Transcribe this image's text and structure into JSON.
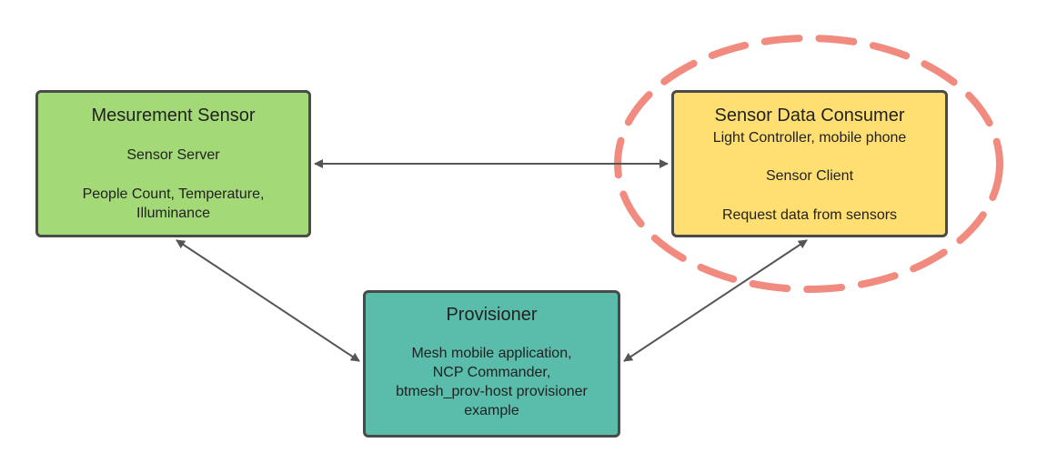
{
  "nodes": {
    "sensor": {
      "title": "Mesurement Sensor",
      "role": "Sensor Server",
      "data_line1": "People Count, Temperature,",
      "data_line2": "Illuminance",
      "fill": "#a3d977"
    },
    "consumer": {
      "title": "Sensor Data Consumer",
      "devices": "Light Controller, mobile phone",
      "role": "Sensor Client",
      "action": "Request data from sensors",
      "fill": "#ffdf71"
    },
    "provisioner": {
      "title": "Provisioner",
      "line1": "Mesh mobile application,",
      "line2": "NCP Commander,",
      "line3": "btmesh_prov-host provisioner",
      "line4": "example",
      "fill": "#5abcaa"
    }
  },
  "connectors": [
    {
      "from": "sensor",
      "to": "consumer",
      "direction": "bidirectional"
    },
    {
      "from": "sensor",
      "to": "provisioner",
      "direction": "bidirectional"
    },
    {
      "from": "consumer",
      "to": "provisioner",
      "direction": "bidirectional"
    }
  ],
  "highlight": {
    "target": "consumer",
    "shape": "dashed-ellipse",
    "color": "#f28b7f"
  },
  "colors": {
    "border": "#4a4a4a",
    "connector": "#555555"
  }
}
